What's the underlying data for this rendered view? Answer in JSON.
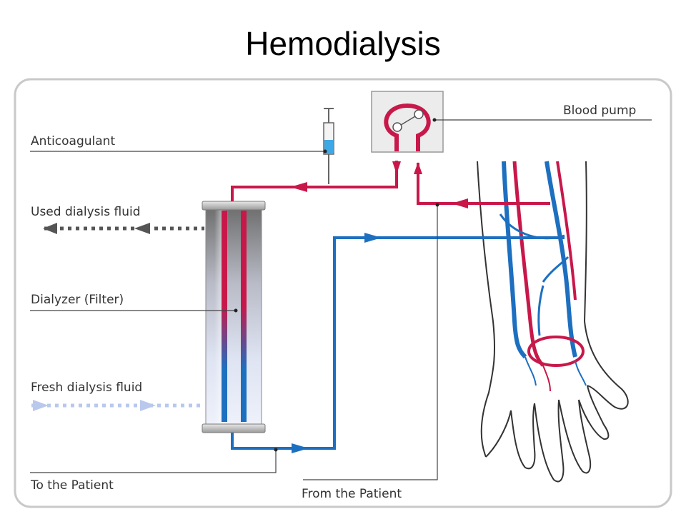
{
  "title": "Hemodialysis",
  "labels": {
    "anticoagulant": "Anticoagulant",
    "blood_pump": "Blood pump",
    "used_fluid": "Used dialysis fluid",
    "dialyzer": "Dialyzer (Filter)",
    "fresh_fluid": "Fresh dialysis fluid",
    "to_patient": "To the Patient",
    "from_patient": "From the Patient"
  },
  "colors": {
    "arterial": "#c8184a",
    "venous": "#1d6fc0",
    "used_fluid": "#555555",
    "fresh_fluid": "#b9c8ec",
    "leader": "#444444",
    "frame": "#c9c9c9"
  }
}
